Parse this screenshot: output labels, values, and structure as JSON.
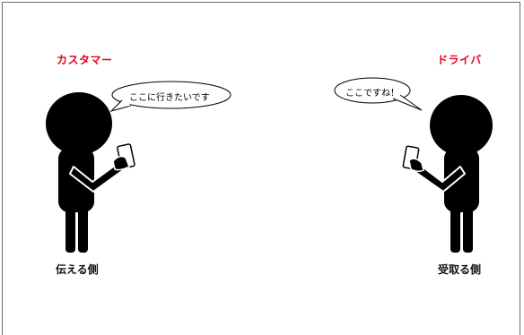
{
  "customer": {
    "role_label": "カスタマー",
    "speech": "ここに行きたいです",
    "caption": "伝える側"
  },
  "driver": {
    "role_label": "ドライバ",
    "speech": "ここですね！",
    "caption": "受取る側"
  },
  "colors": {
    "accent": "#e8001c",
    "figure": "#000000",
    "phone": "#ffffff"
  }
}
